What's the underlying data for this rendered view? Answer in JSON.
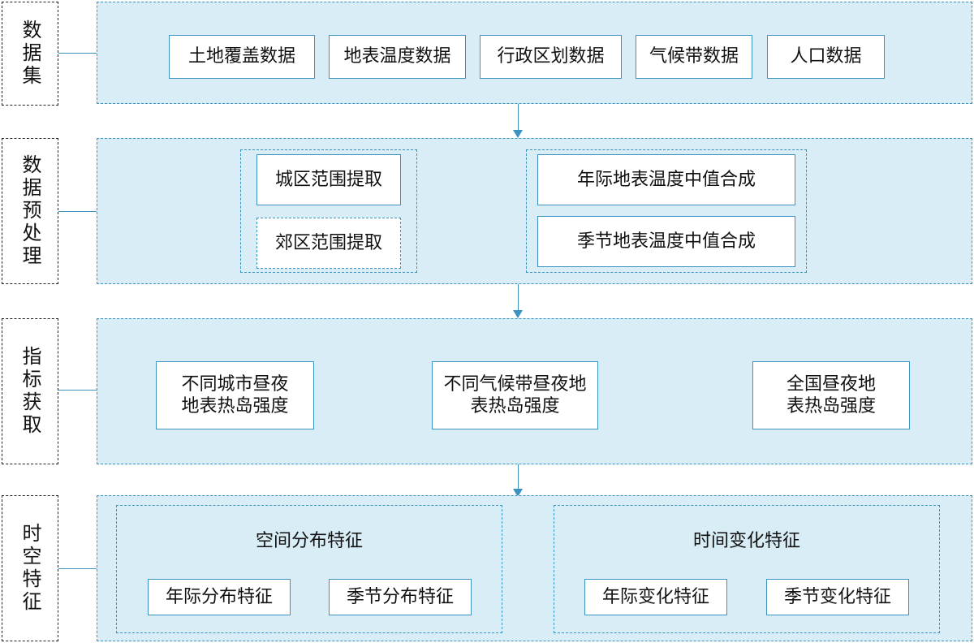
{
  "stages": {
    "dataset": "数据集",
    "preprocess": "数据预处理",
    "indicator": "指标获取",
    "spatiotemporal": "时空特征"
  },
  "dataset_items": [
    "土地覆盖数据",
    "地表温度数据",
    "行政区划数据",
    "气候带数据",
    "人口数据"
  ],
  "preprocess": {
    "extent": [
      "城区范围提取",
      "郊区范围提取"
    ],
    "lst": [
      "年际地表温度中值合成",
      "季节地表温度中值合成"
    ]
  },
  "indicators": [
    "不同城市昼夜地表热岛强度",
    "不同气候带昼夜地表热岛强度",
    "全国昼夜地表热岛强度"
  ],
  "features": {
    "spatial": {
      "title": "空间分布特征",
      "items": [
        "年际分布特征",
        "季节分布特征"
      ]
    },
    "temporal": {
      "title": "时间变化特征",
      "items": [
        "年际变化特征",
        "季节变化特征"
      ]
    }
  }
}
